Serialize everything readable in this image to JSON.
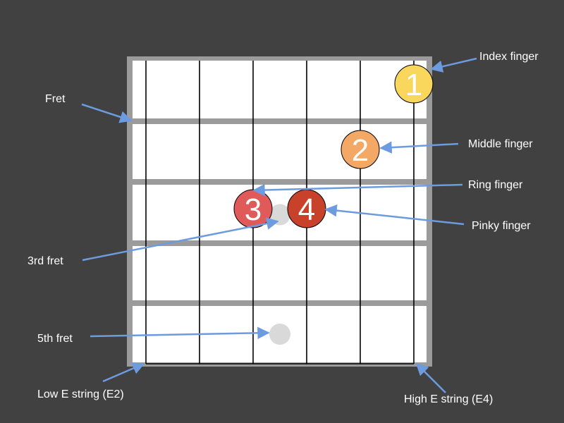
{
  "fretboard": {
    "string_count": 6,
    "fret_rows": 5
  },
  "colors": {
    "background": "#414141",
    "frame": "#9b9b9b",
    "board": "#ffffff",
    "string": "#000000",
    "arrow": "#6c9be0",
    "marker": "#d9d9d9"
  },
  "fingers": [
    {
      "number": "1",
      "name": "Index finger",
      "color": "#f9d65c",
      "string": 6,
      "fret": 1
    },
    {
      "number": "2",
      "name": "Middle finger",
      "color": "#f3a866",
      "string": 5,
      "fret": 2
    },
    {
      "number": "3",
      "name": "Ring finger",
      "color": "#e05a5a",
      "string": 3,
      "fret": 3
    },
    {
      "number": "4",
      "name": "Pinky finger",
      "color": "#c8412a",
      "string": 4,
      "fret": 3
    }
  ],
  "inlay_markers": [
    3,
    5
  ],
  "labels": {
    "fret": "Fret",
    "index": "Index finger",
    "middle": "Middle finger",
    "ring": "Ring finger",
    "pinky": "Pinky finger",
    "third_fret": "3rd fret",
    "fifth_fret": "5th fret",
    "low_e": "Low E string (E2)",
    "high_e": "High E string (E4)"
  }
}
